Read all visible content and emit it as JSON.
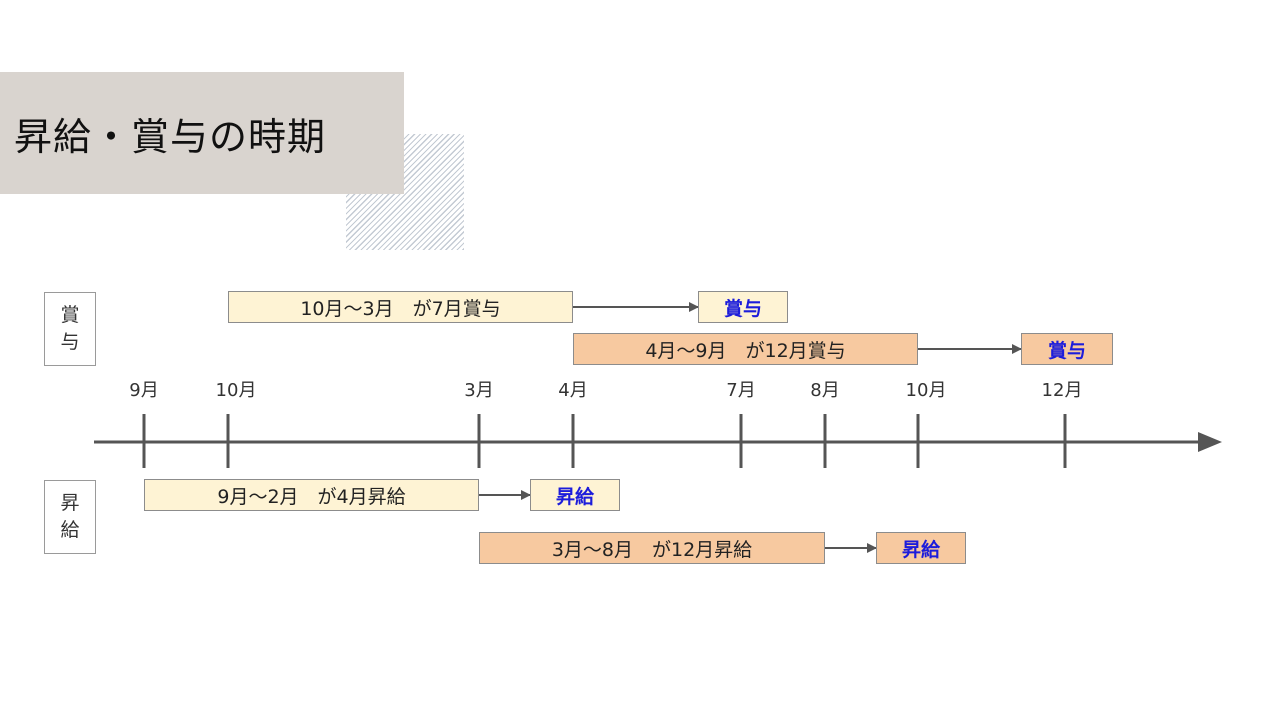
{
  "title": "昇給・賞与の時期",
  "bonus_label": [
    "賞",
    "与"
  ],
  "raise_label": [
    "昇",
    "給"
  ],
  "months": [
    "9月",
    "10月",
    "3月",
    "4月",
    "7月",
    "8月",
    "10月",
    "12月"
  ],
  "bonus_rows": [
    {
      "period": "10月～3月　が7月賞与",
      "result": "賞与"
    },
    {
      "period": "4月～9月　が12月賞与",
      "result": "賞与"
    }
  ],
  "raise_rows": [
    {
      "period": "9月～2月　が4月昇給",
      "result": "昇給"
    },
    {
      "period": "3月～8月　が12月昇給",
      "result": "昇給"
    }
  ],
  "colors": {
    "light_box": "#fef3d4",
    "orange_box": "#f7c9a0",
    "result_text": "#1c1cdb",
    "axis": "#555555"
  }
}
